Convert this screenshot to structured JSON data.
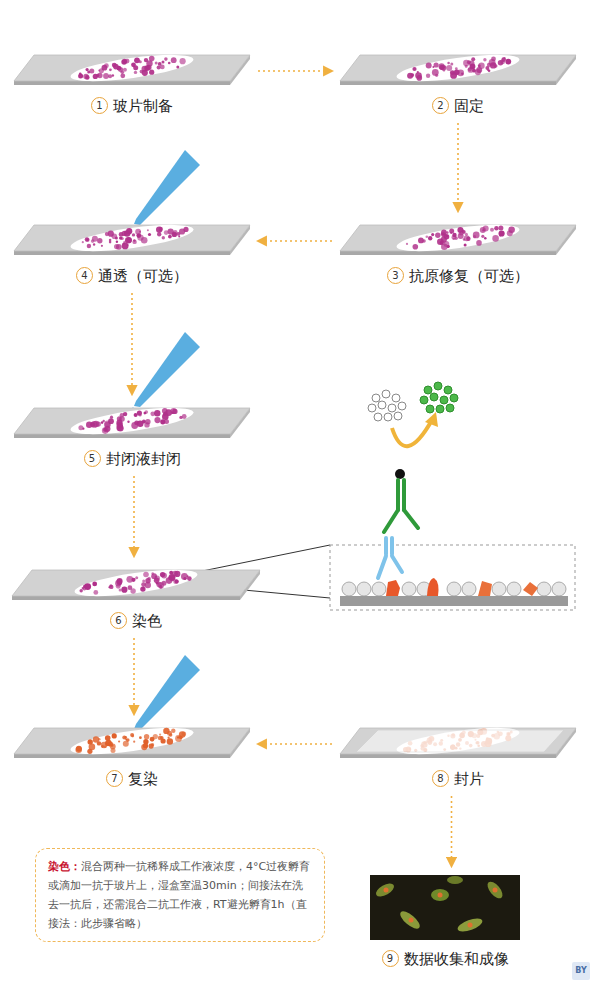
{
  "diagram": {
    "nodes": [
      {
        "text": [
          "1",
          "玻片制备"
        ]
      },
      {
        "text": [
          "2",
          "固定"
        ]
      },
      {
        "text": [
          "3",
          "抗原修复（可选）"
        ]
      },
      {
        "text": [
          "4",
          "通透（可选）"
        ]
      },
      {
        "text": [
          "5",
          "封闭液封闭"
        ]
      },
      {
        "text": [
          "6",
          "染色"
        ]
      },
      {
        "text": [
          "7",
          "复染"
        ]
      },
      {
        "text": [
          "8",
          "封片"
        ]
      },
      {
        "text": [
          "9",
          "数据收集和成像"
        ]
      },
      {
        "text": [
          "染色：",
          "混合两种一抗稀释成工作液浓度，4°C过夜孵育或滴加一抗于玻片上，湿盒室温30min；间接法在洗去一抗后，还需混合二抗工作液，RT避光孵育1h（直接法：此步骤省略）"
        ]
      }
    ],
    "edges": [
      {
        "from": 0,
        "to": 1,
        "arrow": "to"
      },
      {
        "from": 1,
        "to": 2,
        "arrow": "to"
      },
      {
        "from": 2,
        "to": 3,
        "arrow": "to"
      },
      {
        "from": 3,
        "to": 4,
        "arrow": "to"
      },
      {
        "from": 4,
        "to": 5,
        "arrow": "to"
      },
      {
        "from": 5,
        "to": 6,
        "arrow": "to"
      },
      {
        "from": 7,
        "to": 6,
        "arrow": "to"
      },
      {
        "from": 7,
        "to": 8,
        "arrow": "to"
      }
    ],
    "labels": [
      "BY"
    ]
  }
}
